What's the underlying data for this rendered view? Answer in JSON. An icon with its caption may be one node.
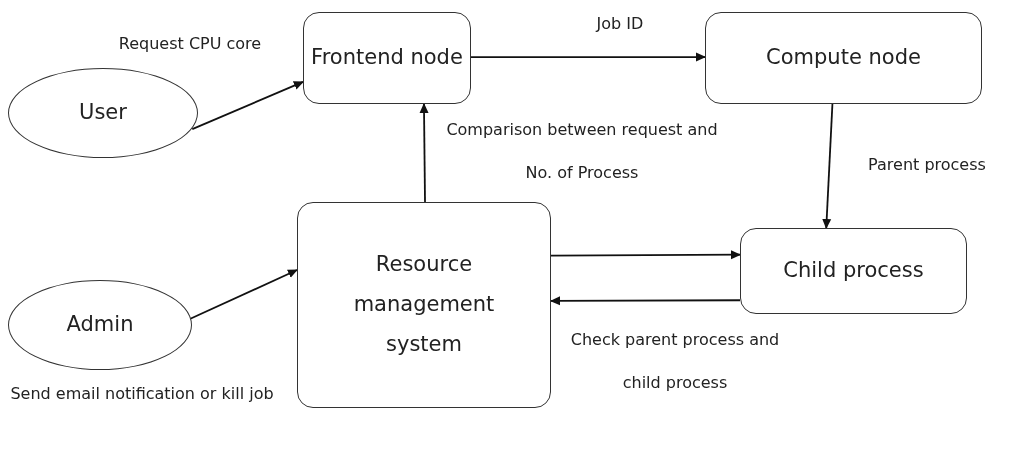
{
  "diagram": {
    "nodes": [
      {
        "text": [
          "User"
        ]
      },
      {
        "text": [
          "Frontend node"
        ]
      },
      {
        "text": [
          "Compute node"
        ]
      },
      {
        "text": [
          "Resource management system"
        ]
      },
      {
        "text": [
          "Child process"
        ]
      },
      {
        "text": [
          "Admin"
        ]
      }
    ],
    "edges": [
      {
        "from": 0,
        "to": 1,
        "arrow": "to",
        "label": "Request CPU core"
      },
      {
        "from": 1,
        "to": 2,
        "arrow": "to",
        "label": "Job ID"
      },
      {
        "from": 3,
        "to": 1,
        "arrow": "to",
        "label": "Comparison between request and No. of Process"
      },
      {
        "from": 2,
        "to": 4,
        "arrow": "to",
        "label": "Parent process"
      },
      {
        "from": 3,
        "to": 4,
        "arrow": "to"
      },
      {
        "from": 4,
        "to": 3,
        "arrow": "to",
        "label": "Check parent process and child process"
      },
      {
        "from": 5,
        "to": 3,
        "arrow": "to",
        "label": "Send email notification or kill job"
      }
    ]
  }
}
